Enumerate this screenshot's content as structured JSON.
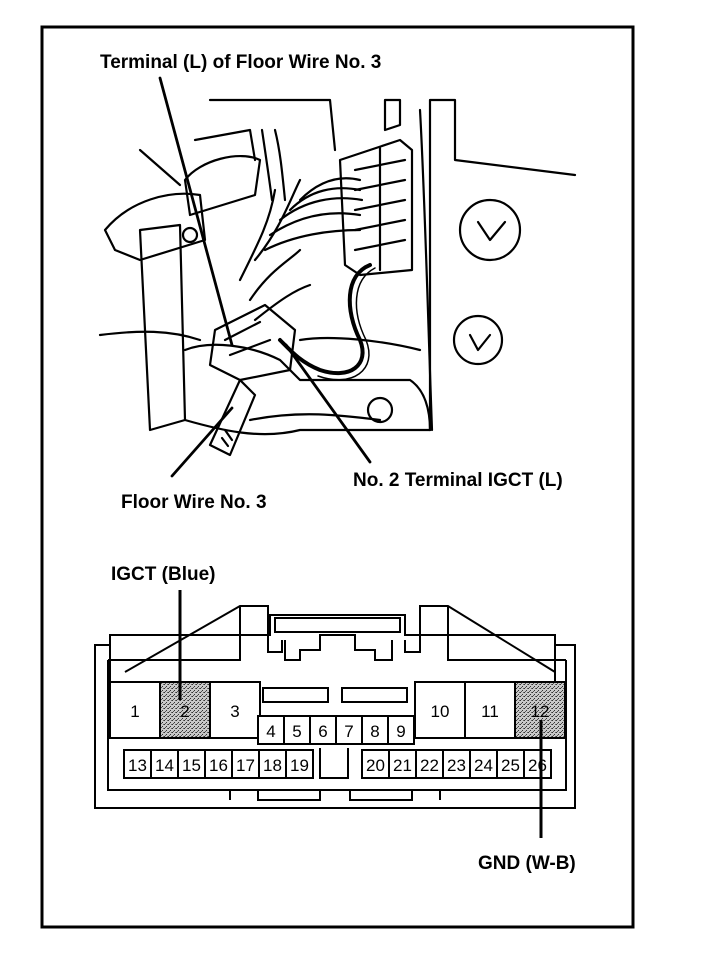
{
  "labels": {
    "terminal_floor_wire": "Terminal (L) of Floor Wire No. 3",
    "no2_terminal_igct": "No. 2 Terminal IGCT (L)",
    "floor_wire": "Floor Wire No. 3",
    "igct_blue": "IGCT (Blue)",
    "gnd": "GND (W-B)"
  },
  "connector": {
    "large_pins_left": [
      "1",
      "2",
      "3"
    ],
    "large_pins_right": [
      "10",
      "11",
      "12"
    ],
    "middle_pins": [
      "4",
      "5",
      "6",
      "7",
      "8",
      "9"
    ],
    "bottom_pins_left": [
      "13",
      "14",
      "15",
      "16",
      "17",
      "18",
      "19"
    ],
    "bottom_pins_right": [
      "20",
      "21",
      "22",
      "23",
      "24",
      "25",
      "26"
    ],
    "highlighted_pins": [
      "2",
      "12"
    ]
  },
  "colors": {
    "line": "#000000",
    "highlight": "#9a9a9a",
    "background": "#ffffff"
  }
}
